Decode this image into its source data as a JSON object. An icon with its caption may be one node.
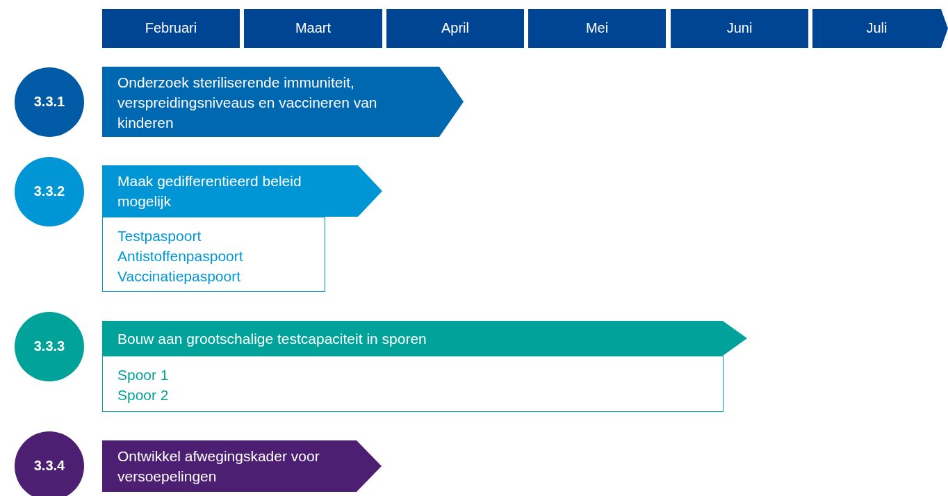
{
  "diagram": {
    "nodes": [
      {
        "text": [
          "Februari"
        ]
      },
      {
        "text": [
          "Maart"
        ]
      },
      {
        "text": [
          "April"
        ]
      },
      {
        "text": [
          "Mei"
        ]
      },
      {
        "text": [
          "Juni"
        ]
      },
      {
        "text": [
          "Juli"
        ]
      },
      {
        "text": [
          "3.3.1"
        ]
      },
      {
        "text": [
          "Onderzoek steriliserende immuniteit, verspreidingsniveaus en vaccineren van kinderen"
        ]
      },
      {
        "text": [
          "3.3.2"
        ]
      },
      {
        "text": [
          "Maak gedifferentieerd beleid mogelijk"
        ]
      },
      {
        "text": [
          "Testpaspoort",
          "Antistoffenpaspoort",
          "Vaccinatiepaspoort"
        ]
      },
      {
        "text": [
          "3.3.3"
        ]
      },
      {
        "text": [
          "Bouw aan grootschalige testcapaciteit in sporen"
        ]
      },
      {
        "text": [
          "Spoor 1",
          "Spoor 2"
        ]
      },
      {
        "text": [
          "3.3.4"
        ]
      },
      {
        "text": [
          "Ontwikkel afwegingskader voor versoepelingen"
        ]
      }
    ],
    "edges": []
  }
}
